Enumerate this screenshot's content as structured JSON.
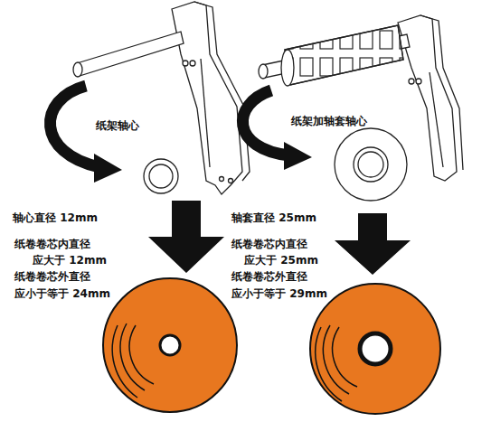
{
  "diagram": {
    "labels": [
      "纸架轴心",
      "轴心直径 12mm",
      "纸卷卷芯内直径",
      "应大于 12mm",
      "纸卷卷芯外直径",
      "应小于等于 24mm",
      "纸架加轴套轴心",
      "轴套直径 25mm",
      "纸卷卷芯内直径",
      "应大于 25mm",
      "纸卷卷芯外直径",
      "应小于等于 29mm"
    ]
  }
}
